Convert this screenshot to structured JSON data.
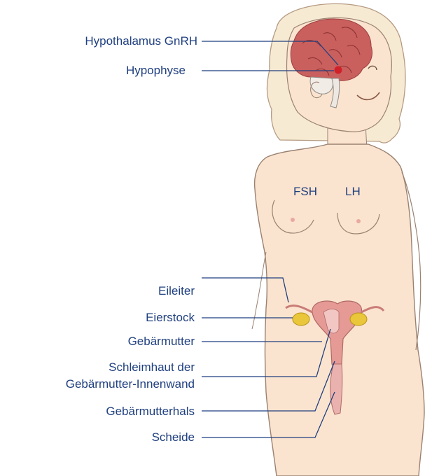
{
  "labels": {
    "hypothalamus": "Hypothalamus GnRH",
    "hypophyse": "Hypophyse",
    "eileiter": "Eileiter",
    "eierstock": "Eierstock",
    "gebaermutter": "Gebärmutter",
    "schleimhaut_line1": "Schleimhaut der",
    "schleimhaut_line2": "Gebärmutter-Innenwand",
    "gebaermutterhals": "Gebärmutterhals",
    "scheide": "Scheide"
  },
  "hormones": {
    "fsh": "FSH",
    "lh": "LH"
  },
  "colors": {
    "label_text": "#1f3f7f",
    "leader_line": "#1f3f7f",
    "skin": "#fbe4cf",
    "outline": "#9a8272",
    "brain": "#c9605e",
    "ovary": "#e9c63a",
    "uterus": "#e59a96",
    "pituitary": "#d0202a"
  }
}
